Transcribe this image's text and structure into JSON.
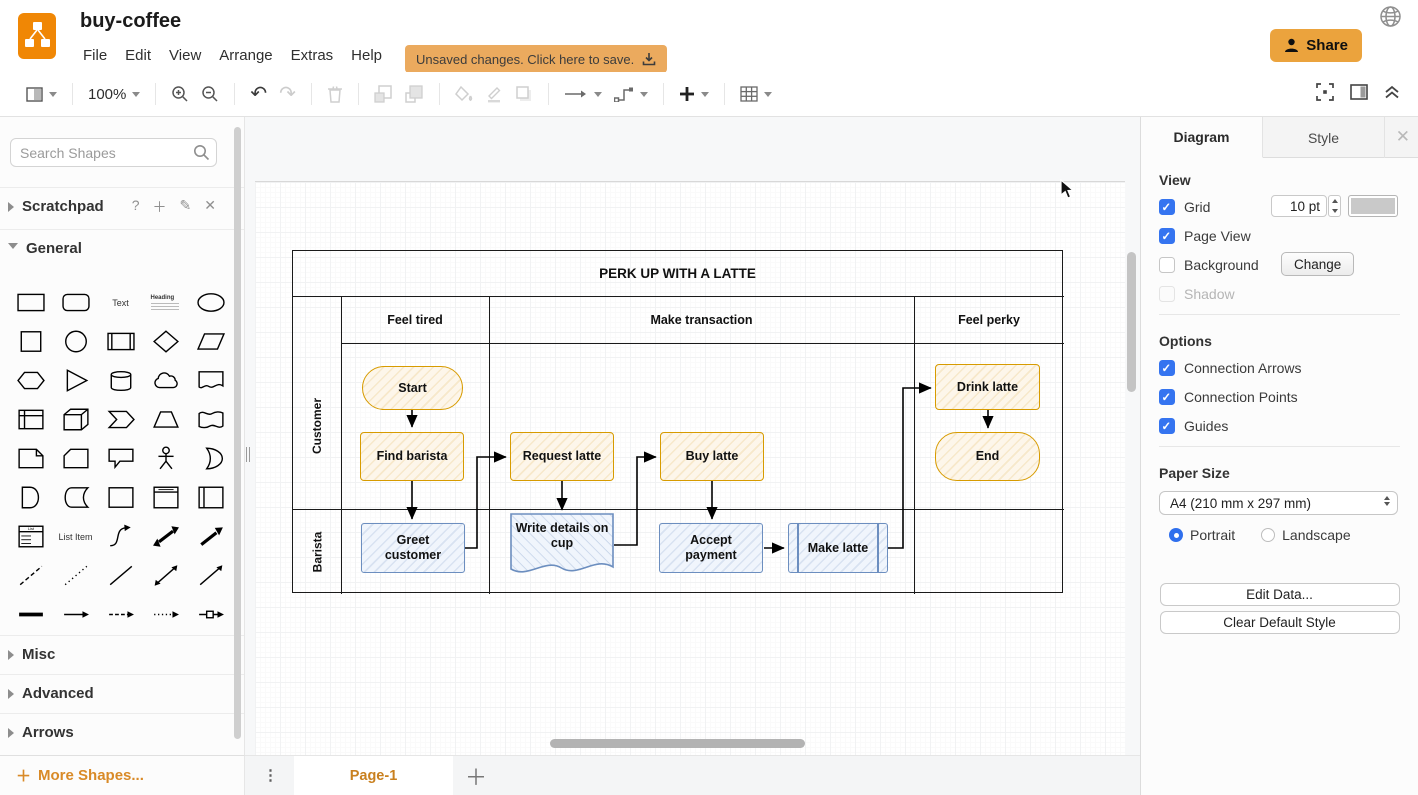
{
  "header": {
    "title": "buy-coffee",
    "menus": [
      "File",
      "Edit",
      "View",
      "Arrange",
      "Extras",
      "Help"
    ],
    "unsaved_button_label": "Unsaved changes. Click here to save.",
    "share_button_label": "Share"
  },
  "toolbar": {
    "zoom_level": "100%"
  },
  "sidebar": {
    "search_placeholder": "Search Shapes",
    "scratchpad_label": "Scratchpad",
    "general_label": "General",
    "misc_label": "Misc",
    "advanced_label": "Advanced",
    "arrows_label": "Arrows",
    "more_shapes_label": "More Shapes...",
    "shape_text_labels": {
      "text": "Text",
      "textbox": "Heading",
      "list_item": "List Item",
      "list_title": "List"
    },
    "shapes": [
      "rectangle",
      "rounded-rectangle",
      "text",
      "textbox",
      "ellipse",
      "square",
      "circle",
      "process",
      "diamond",
      "parallelogram",
      "hexagon",
      "triangle",
      "cylinder",
      "cloud",
      "document",
      "internal-storage",
      "cube",
      "step",
      "trapezoid",
      "tape",
      "note",
      "card",
      "callout",
      "actor",
      "or",
      "and",
      "data-storage",
      "container",
      "vertical-container",
      "horizontal-container",
      "list",
      "list-item",
      "curve",
      "bidirectional-arrow",
      "arrow",
      "dashed-line",
      "dotted-line",
      "line",
      "bidirectional-connector",
      "directional-connector",
      "link",
      "horizontal-arrow",
      "dashed-horizontal-arrow",
      "dotted-horizontal-arrow",
      "labeled-arrow"
    ]
  },
  "canvas": {
    "diagram": {
      "pool_title": "PERK UP WITH A LATTE",
      "phases": [
        "Feel tired",
        "Make transaction",
        "Feel perky"
      ],
      "lanes": [
        "Customer",
        "Barista"
      ],
      "nodes": {
        "start": {
          "label": "Start",
          "shape": "rounded",
          "lane": "Customer"
        },
        "find_barista": {
          "label": "Find barista",
          "shape": "rectangle",
          "lane": "Customer"
        },
        "request_latte": {
          "label": "Request latte",
          "shape": "rectangle",
          "lane": "Customer"
        },
        "buy_latte": {
          "label": "Buy latte",
          "shape": "rectangle",
          "lane": "Customer"
        },
        "drink_latte": {
          "label": "Drink latte",
          "shape": "rectangle",
          "lane": "Customer"
        },
        "end": {
          "label": "End",
          "shape": "rounded",
          "lane": "Customer"
        },
        "greet_customer": {
          "label": "Greet customer",
          "shape": "rectangle",
          "lane": "Barista"
        },
        "write_details": {
          "label": "Write details on cup",
          "shape": "document",
          "lane": "Barista"
        },
        "accept_payment": {
          "label": "Accept payment",
          "shape": "rectangle",
          "lane": "Barista"
        },
        "make_latte": {
          "label": "Make latte",
          "shape": "process",
          "lane": "Barista"
        }
      },
      "edges": [
        [
          "start",
          "find_barista"
        ],
        [
          "find_barista",
          "greet_customer"
        ],
        [
          "greet_customer",
          "request_latte"
        ],
        [
          "request_latte",
          "write_details"
        ],
        [
          "write_details",
          "buy_latte"
        ],
        [
          "buy_latte",
          "accept_payment"
        ],
        [
          "accept_payment",
          "make_latte"
        ],
        [
          "make_latte",
          "drink_latte"
        ],
        [
          "drink_latte",
          "end"
        ]
      ]
    }
  },
  "pagebar": {
    "page_tab": "Page-1"
  },
  "panel": {
    "tabs": [
      "Diagram",
      "Style"
    ],
    "active_tab": "Diagram",
    "view": {
      "heading": "View",
      "grid": {
        "label": "Grid",
        "checked": true,
        "size_value": "10 pt"
      },
      "page_view": {
        "label": "Page View",
        "checked": true
      },
      "background": {
        "label": "Background",
        "checked": false,
        "change_button_label": "Change"
      },
      "shadow": {
        "label": "Shadow",
        "checked": false,
        "disabled": true
      }
    },
    "options": {
      "heading": "Options",
      "connection_arrows": {
        "label": "Connection Arrows",
        "checked": true
      },
      "connection_points": {
        "label": "Connection Points",
        "checked": true
      },
      "guides": {
        "label": "Guides",
        "checked": true
      }
    },
    "paper": {
      "heading": "Paper Size",
      "selected_size": "A4 (210 mm x 297 mm)",
      "portrait_label": "Portrait",
      "landscape_label": "Landscape",
      "orientation": "portrait"
    },
    "edit_data_button": "Edit Data...",
    "clear_style_button": "Clear Default Style"
  },
  "colors": {
    "accent_orange": "#F08705",
    "button_orange": "#EBA33D",
    "banner_orange": "#EBAA5E",
    "checkbox_blue": "#3574F0",
    "node_orange_border": "#D79B00",
    "node_blue_border": "#6C8EBF",
    "page_tab_orange": "#C9801F"
  }
}
